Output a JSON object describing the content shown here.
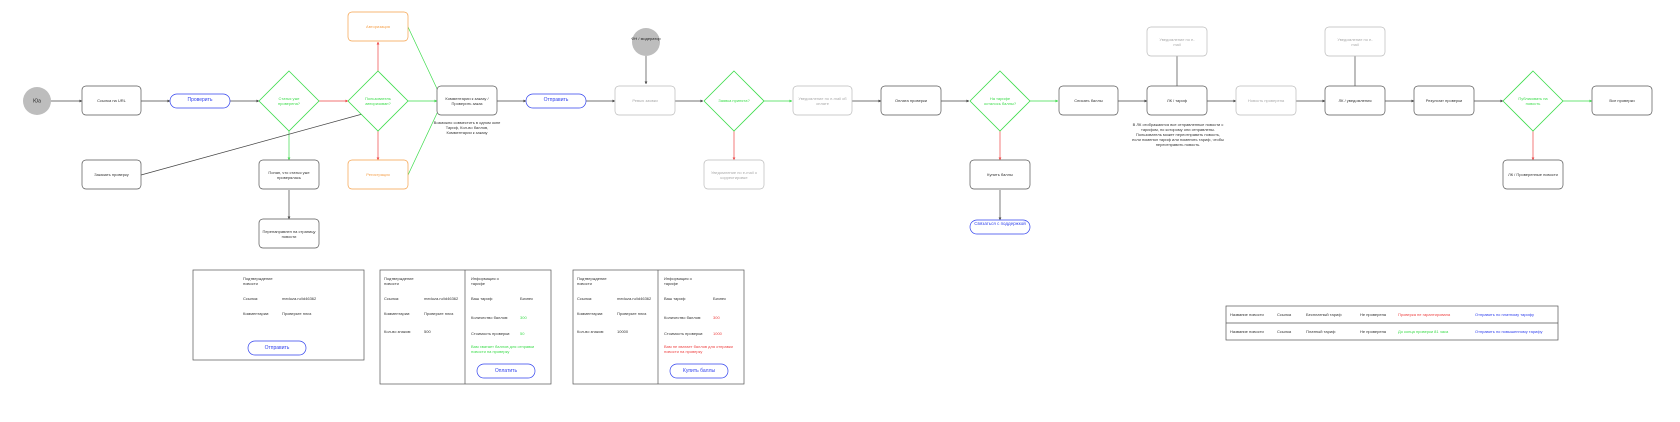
{
  "colors": {
    "line": "#444444",
    "box_border": "#555555",
    "faded": "#bbbbbb",
    "green": "#3ddc4c",
    "red": "#ee4444",
    "orange": "#f5a04a",
    "blue": "#3344ee",
    "start_fill": "#bdbdbd"
  },
  "nodes": {
    "start": "Юа",
    "url_link": "Ссылка на URL",
    "check_btn": "Проверить",
    "already_checked": "Статья уже проверена?",
    "authorized": "Пользователь авторизован?",
    "authorization": "Авторизация",
    "registration": "Регистрация",
    "order_comment": "Комментарии к заказу / Проверить заказ",
    "order_note": "Возможно совместить в одном окне Тариф, Кол-во баллов, Комментарии к заказу",
    "send_btn": "Отправить",
    "order_check": "Заказать проверку",
    "already_checked_msg": "Попап, что статья уже проверялась",
    "redirect": "Перенаправлен на страницу новости",
    "moderator": "ФН / модератор",
    "review": "Ревью заявки",
    "request_accepted": "Заявка принята?",
    "notify_payment": "Уведомление по e-mail об оплате",
    "notify_correction": "Уведомление по e-mail о корректировке",
    "pay_check": "Оплата проверки",
    "enough_points": "На тарифе осталось баллы?",
    "buy_points": "Купить баллы",
    "contact_support": "Связаться с поддержкой",
    "deduct_points": "Списать баллы",
    "lk_tariff": "ЛК / тариф",
    "notify_email_1": "Уведомление по e-mail",
    "lk_note": "В ЛК отображаются все отправленные новости с тарифом, по которому они отправлены. Пользователь может переотправить новость, если поменял тариф или поменять тариф, чтобы переотправить новость.",
    "news_checked": "Новость проверена",
    "lk_notifications": "ЛК / уведомления",
    "notify_email_2": "Уведомление по e-mail",
    "check_result": "Результат проверки",
    "publish_news": "Публиковать на новость",
    "all_checks": "Все проверки",
    "lk_checked_news": "ЛК / Проверенные новости"
  },
  "forms": {
    "form1": {
      "title": "Подтверждение новости",
      "link_label": "Ссылка:",
      "link_value": "meduza.ru/id46362",
      "comment_label": "Комментарии:",
      "comment_value": "Проверьте плиз",
      "button": "Отправить"
    },
    "form2": {
      "title": "Подтверждение новости",
      "link_label": "Ссылка:",
      "link_value": "meduza.ru/id46362",
      "comment_label": "Комментарии:",
      "comment_value": "Проверьте плиз",
      "chars_label": "Кол-во знаков:",
      "chars_value": "500",
      "tariff_title": "Информация о тарифе",
      "tariff_label": "Ваш тариф:",
      "tariff_value": "Бизнес",
      "points_label": "Количество баллов:",
      "points_value": "300",
      "cost_label": "Стоимость проверки:",
      "cost_value": "50",
      "note": "Вам хватает баллов для отправки новости на проверку",
      "button": "Оплатить"
    },
    "form3": {
      "title": "Подтверждение новости",
      "link_label": "Ссылка:",
      "link_value": "meduza.ru/id46362",
      "comment_label": "Комментарии:",
      "comment_value": "Проверьте плиз",
      "chars_label": "Кол-во знаков:",
      "chars_value": "10000",
      "tariff_title": "Информация о тарифе",
      "tariff_label": "Ваш тариф:",
      "tariff_value": "Бизнес",
      "points_label": "Количество баллов:",
      "points_value": "300",
      "cost_label": "Стоимость проверки:",
      "cost_value": "1000",
      "note": "Вам не хватает баллов для отправки новости на проверку",
      "button": "Купить баллы"
    }
  },
  "table": {
    "rows": [
      [
        "Название новости",
        "Ссылка",
        "Бесплатный тариф",
        "Не проверена",
        "Проверка не гарантирована",
        "Отправить по платному тарифу"
      ],
      [
        "Название новости",
        "Ссылка",
        "Платный тариф",
        "Не проверена",
        "До конца проверки 81 часа",
        "Отправить по повышенному тарифу"
      ]
    ]
  }
}
